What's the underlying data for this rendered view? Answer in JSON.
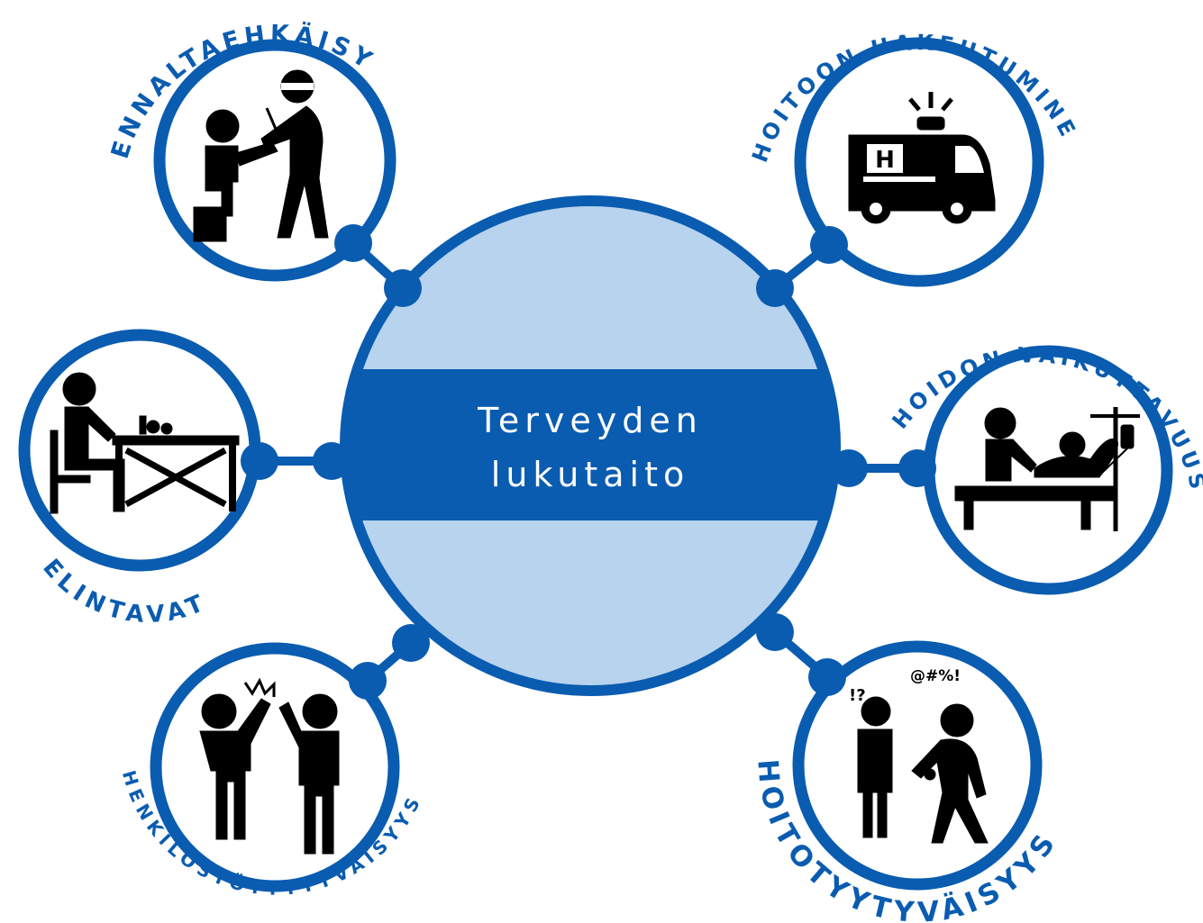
{
  "colors": {
    "accent": "#0a5cb0",
    "center_fill": "#b7d3ee",
    "band": "#0a5cb0",
    "pictogram": "#000000"
  },
  "center": {
    "line1": "Terveyden",
    "line2": "lukutaito"
  },
  "nodes": [
    {
      "id": "prevention",
      "label": "ENNALTAEHKÄISY",
      "icon": "vaccination-icon"
    },
    {
      "id": "seeking-care",
      "label": "HOITOON HAKEUTUMINEN",
      "icon": "ambulance-icon"
    },
    {
      "id": "lifestyle",
      "label": "ELINTAVAT",
      "icon": "eating-at-table-icon"
    },
    {
      "id": "treatment-effect",
      "label": "HOIDON VAIKUTTAVUUS",
      "icon": "hospital-bed-icon"
    },
    {
      "id": "staff-satisfaction",
      "label": "HENKILÖSTÖTYYTYVÄISYYS",
      "icon": "high-five-icon"
    },
    {
      "id": "care-satisfaction",
      "label": "HOITOTYYTYVÄISYYS",
      "icon": "angry-patient-icon"
    }
  ]
}
